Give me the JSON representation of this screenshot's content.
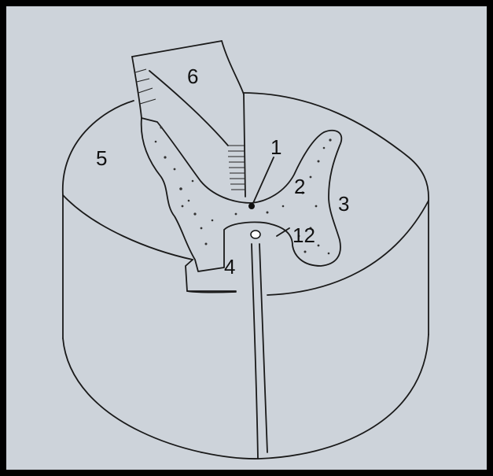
{
  "diagram": {
    "colors": {
      "border": "#000000",
      "background": "#cdd3da",
      "ink": "#1a1a1a",
      "grey_matter": "#f2f2ee",
      "stipple": "#333333"
    },
    "labels": [
      {
        "id": "1",
        "text": "1"
      },
      {
        "id": "2",
        "text": "2"
      },
      {
        "id": "3",
        "text": "3"
      },
      {
        "id": "4",
        "text": "4"
      },
      {
        "id": "5",
        "text": "5"
      },
      {
        "id": "6",
        "text": "6"
      },
      {
        "id": "12",
        "text": "12"
      }
    ]
  }
}
